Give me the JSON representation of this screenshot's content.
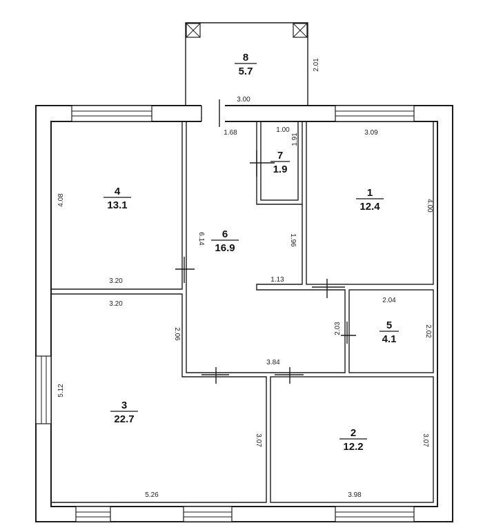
{
  "rooms": [
    {
      "num": "1",
      "area": "12.4"
    },
    {
      "num": "2",
      "area": "12.2"
    },
    {
      "num": "3",
      "area": "22.7"
    },
    {
      "num": "4",
      "area": "13.1"
    },
    {
      "num": "5",
      "area": "4.1"
    },
    {
      "num": "6",
      "area": "16.9"
    },
    {
      "num": "7",
      "area": "1.9"
    },
    {
      "num": "8",
      "area": "5.7"
    }
  ],
  "dims": {
    "porch_width": "3.00",
    "porch_depth": "2.01",
    "hall_top": "1.68",
    "wc_width": "1.00",
    "wc_depth": "1.91",
    "r1_width": "3.09",
    "r1_depth": "4.00",
    "r4_depth": "4.08",
    "r4_width": "3.20",
    "hall_depth": "6.14",
    "hall_notch_depth": "1.96",
    "hall_notch_width": "1.13",
    "r3_top": "3.20",
    "r3_side_upper": "2.06",
    "r3_side": "5.12",
    "r3_right": "3.07",
    "r3_bottom": "5.26",
    "r5_width": "2.04",
    "r5_left": "2.03",
    "r5_right": "2.02",
    "hall_bottom": "3.84",
    "r2_right": "3.07",
    "r2_bottom": "3.98"
  }
}
